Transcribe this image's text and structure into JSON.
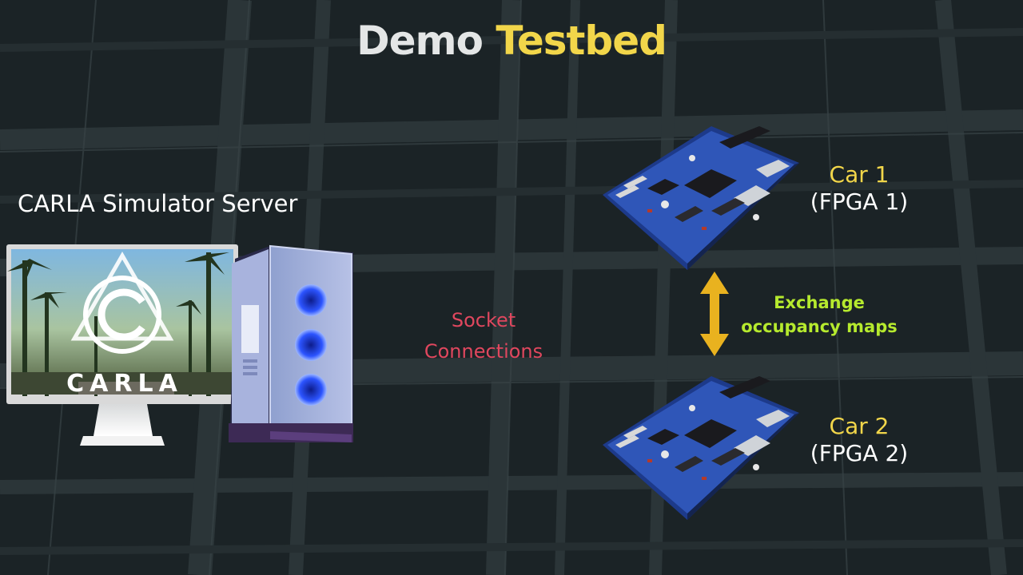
{
  "slide": {
    "title_main": "Demo",
    "title_highlight": "Testbed",
    "server_label": "CARLA Simulator Server",
    "carla_logo_text": "CARLA",
    "socket_line1": "Socket",
    "socket_line2": "Connections",
    "exchange_line1": "Exchange",
    "exchange_line2": "occupancy maps",
    "car1_name": "Car 1",
    "car1_fpga": "(FPGA 1)",
    "car2_name": "Car 2",
    "car2_fpga": "(FPGA 2)"
  },
  "colors": {
    "highlight_yellow": "#f2d64a",
    "socket_red": "#e0475e",
    "exchange_green": "#b6ea2e",
    "arrow_gold": "#e9b21f",
    "background": "#1b2326"
  },
  "icons": [
    "monitor-icon",
    "pc-tower-icon",
    "fpga-board-icon",
    "double-arrow-icon"
  ]
}
